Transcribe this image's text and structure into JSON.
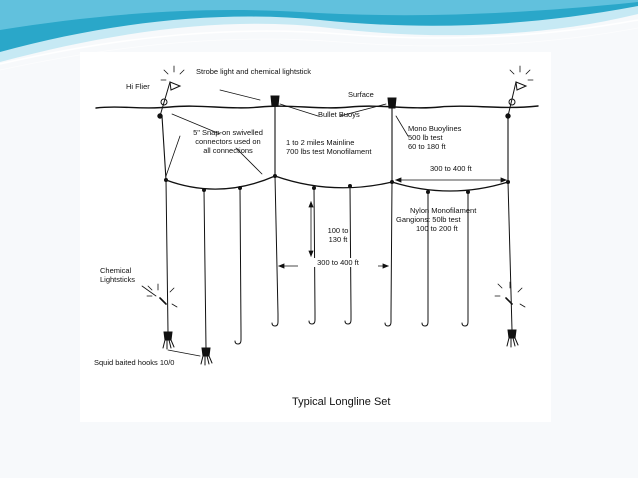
{
  "colors": {
    "wave_dark": "#2aa7c9",
    "wave_light": "#9fdcef",
    "background": "#f7f9fb",
    "ink": "#111111"
  },
  "diagram": {
    "title": "Typical Longline Set",
    "labels": {
      "hi_flier": "Hi Flier",
      "strobe": "Strobe light and chemical lightstick",
      "surface": "Surface",
      "bullet_buoys": "Bullet Buoys",
      "snap_on_1": "5\" Snap-on swivelled",
      "snap_on_2": "connectors used on",
      "snap_on_3": "all connections",
      "mainline_1": "1 to 2 miles Mainline",
      "mainline_2": "700 lbs test Monofilament",
      "mono_1": "Mono Buoylines",
      "mono_2": "500 lb test",
      "mono_3": "60 to 180 ft",
      "span_top": "300 to 400 ft",
      "depth_1": "100 to",
      "depth_2": "130 ft",
      "span_bottom": "300 to 400 ft",
      "nylon_1": "Nylon Monofilament",
      "nylon_2": "Gangions: 50lb test",
      "nylon_3": "100 to 200 ft",
      "chem_1": "Chemical",
      "chem_2": "Lightsticks",
      "squid": "Squid baited hooks 10/0"
    }
  }
}
